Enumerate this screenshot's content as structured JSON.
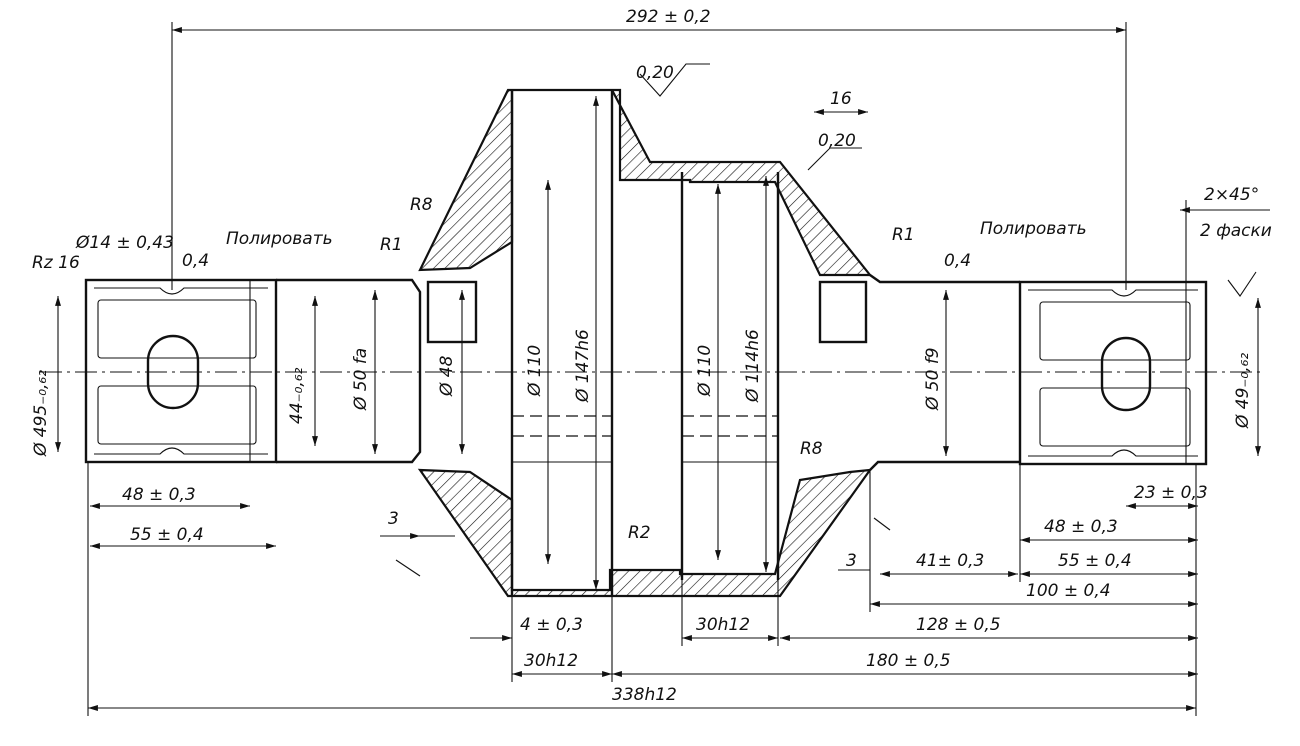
{
  "overall": {
    "top_length": "292 ± 0,2",
    "total_length": "338h12"
  },
  "left_end": {
    "roughness": "Rz 16",
    "hole_dia": "Ø14 ± 0,43",
    "finish": "0,4",
    "polish": "Полировать",
    "outer_dia": "Ø 495₋₀,₆₂",
    "inner_dia": "44₋₀,₆₂",
    "journal_dia": "Ø 50 fa",
    "len_48": "48 ± 0,3",
    "len_55": "55 ± 0,4",
    "gap_3": "3"
  },
  "hub": {
    "radius_r8_left": "R8",
    "radius_r1_left": "R1",
    "neck_dia_48": "Ø 48",
    "bore_110_left": "Ø 110",
    "outer_147": "Ø 147h6",
    "bore_110_right": "Ø 110",
    "outer_114": "Ø 114h6",
    "top_finish": "0,20",
    "radius_r2": "R2",
    "len_4": "4 ± 0,3",
    "len_30_left": "30h12",
    "len_30_mid": "30h12",
    "len_180": "180 ± 0,5"
  },
  "right_end": {
    "width_16": "16",
    "finish_020": "0,20",
    "radius_r1_right": "R1",
    "radius_r8_right": "R8",
    "finish": "0,4",
    "polish": "Полировать",
    "chamfer": "2×45°",
    "chamfer_note": "2 фаски",
    "journal_dia": "Ø 50 f9",
    "outer_dia": "Ø 49₋₀,₆₂",
    "gap_3": "3",
    "len_23": "23 ± 0,3",
    "len_48": "48 ± 0,3",
    "len_41": "41± 0,3",
    "len_55": "55 ± 0,4",
    "len_100": "100 ± 0,4",
    "len_128": "128 ± 0,5"
  }
}
